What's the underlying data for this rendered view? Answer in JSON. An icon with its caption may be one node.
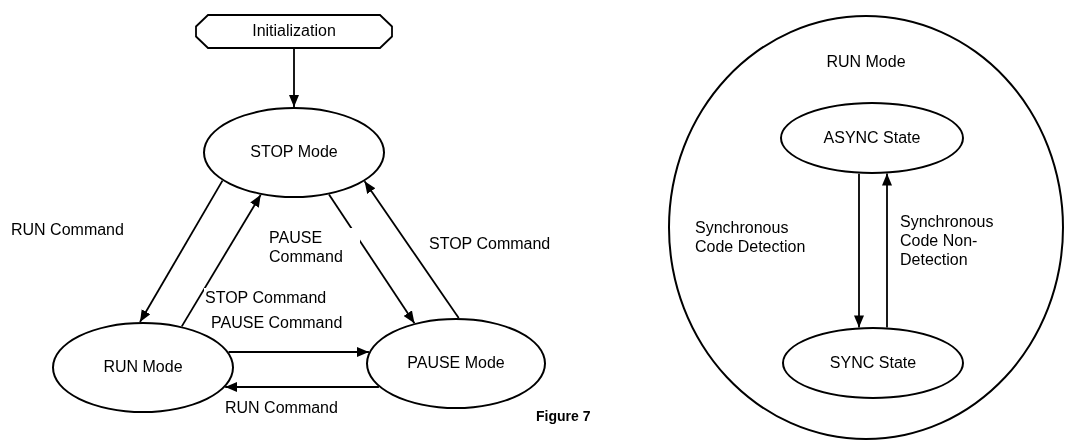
{
  "diagram": {
    "caption": "Figure 7",
    "nodes": [
      {
        "text": [
          "Initialization"
        ]
      },
      {
        "text": [
          "STOP Mode"
        ]
      },
      {
        "text": [
          "RUN Mode"
        ]
      },
      {
        "text": [
          "PAUSE Mode"
        ]
      },
      {
        "text": [
          "RUN Mode"
        ]
      },
      {
        "text": [
          "ASYNC State"
        ],
        "in": 4
      },
      {
        "text": [
          "SYNC State"
        ],
        "in": 4
      }
    ],
    "edges": [
      {
        "from": 0,
        "to": 1,
        "arrow": "to"
      },
      {
        "from": 1,
        "to": 2,
        "arrow": "to",
        "label": "RUN Command"
      },
      {
        "from": 2,
        "to": 1,
        "arrow": "to",
        "label": "STOP Command"
      },
      {
        "from": 1,
        "to": 3,
        "arrow": "to",
        "label": "PAUSE Command"
      },
      {
        "from": 3,
        "to": 1,
        "arrow": "to",
        "label": "STOP Command"
      },
      {
        "from": 2,
        "to": 3,
        "arrow": "to",
        "label": "PAUSE Command"
      },
      {
        "from": 3,
        "to": 2,
        "arrow": "to",
        "label": "RUN Command"
      },
      {
        "from": 5,
        "to": 6,
        "arrow": "to",
        "label": "Synchronous Code Detection"
      },
      {
        "from": 6,
        "to": 5,
        "arrow": "to",
        "label": "Synchronous Code Non-Detection"
      }
    ]
  }
}
